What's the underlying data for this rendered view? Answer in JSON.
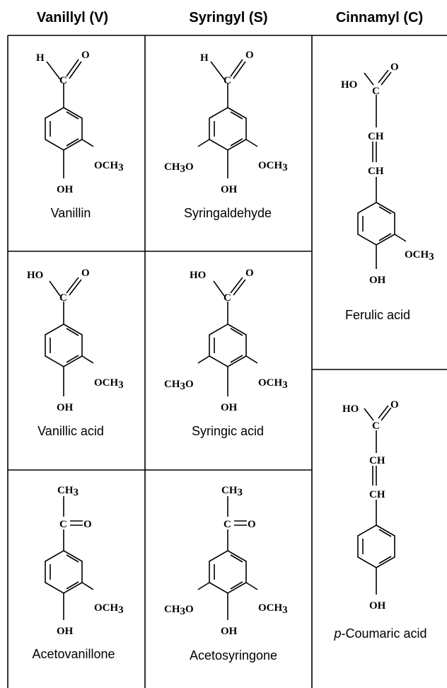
{
  "headers": {
    "vanillyl": "Vanillyl (V)",
    "syringyl": "Syringyl (S)",
    "cinnamyl": "Cinnamyl (C)"
  },
  "atoms": {
    "H": "H",
    "O": "O",
    "C": "C",
    "HO": "HO",
    "OH": "OH",
    "CH": "CH",
    "OCH": "OCH",
    "CH3O_CH": "CH",
    "CH3O_O": "O",
    "three": "3"
  },
  "compounds": {
    "vanillin": "Vanillin",
    "syringaldehyde": "Syringaldehyde",
    "vanillic_acid": "Vanillic acid",
    "syringic_acid": "Syringic acid",
    "acetovanillone": "Acetovanillone",
    "acetosyringone": "Acetosyringone",
    "ferulic_acid": "Ferulic acid",
    "p_coumaric_italic": "p",
    "p_coumaric_rest": "-Coumaric acid"
  }
}
